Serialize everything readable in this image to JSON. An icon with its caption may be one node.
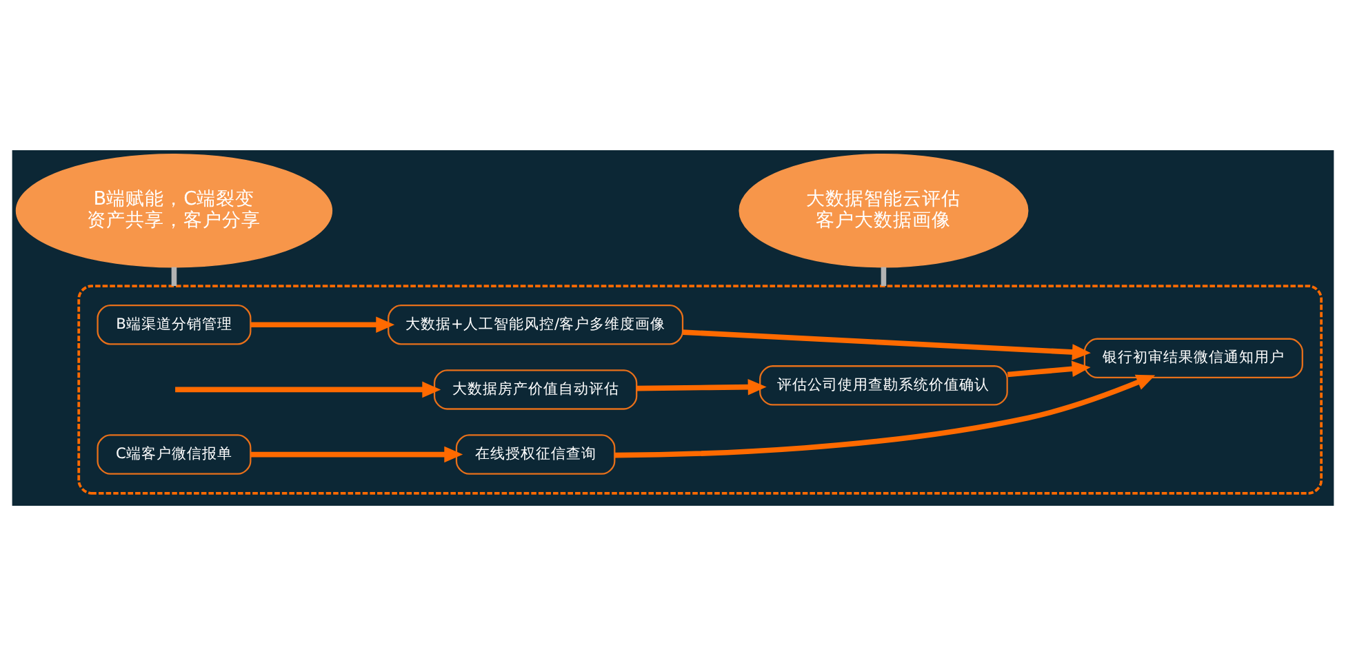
{
  "diagram": {
    "nodes": [
      {
        "text": [
          "B端赋能，C端裂变",
          "资产共享，客户分享"
        ]
      },
      {
        "text": [
          "大数据智能云评估",
          "客户大数据画像"
        ]
      },
      {
        "text": [],
        "shape": "box"
      },
      {
        "text": [
          "B端渠道分销管理"
        ],
        "in": 2
      },
      {
        "text": [
          "C端客户微信报单"
        ],
        "in": 2
      },
      {
        "text": [
          "大数据+人工智能风控/客户多维度画像"
        ],
        "in": 2
      },
      {
        "text": [
          "大数据房产价值自动评估"
        ],
        "in": 2
      },
      {
        "text": [
          "评估公司使用查勘系统价值确认"
        ],
        "in": 2
      },
      {
        "text": [
          "在线授权征信查询"
        ],
        "in": 2
      },
      {
        "text": [
          "银行初审结果微信通知用户"
        ],
        "in": 2
      }
    ],
    "edges": [
      {
        "from": 0,
        "to": 2,
        "arrow": "none",
        "color": "#b3b3b3"
      },
      {
        "from": 1,
        "to": 2,
        "arrow": "none",
        "color": "#b3b3b3"
      },
      {
        "from": 3,
        "to": 5,
        "arrow": "to"
      },
      {
        "from": null,
        "to": 6,
        "arrow": "to"
      },
      {
        "from": 4,
        "to": 8,
        "arrow": "to"
      },
      {
        "from": 6,
        "to": 7,
        "arrow": "to"
      },
      {
        "from": 5,
        "to": 9,
        "arrow": "to"
      },
      {
        "from": 7,
        "to": 9,
        "arrow": "to"
      },
      {
        "from": 8,
        "to": 9,
        "arrow": "to"
      }
    ]
  }
}
